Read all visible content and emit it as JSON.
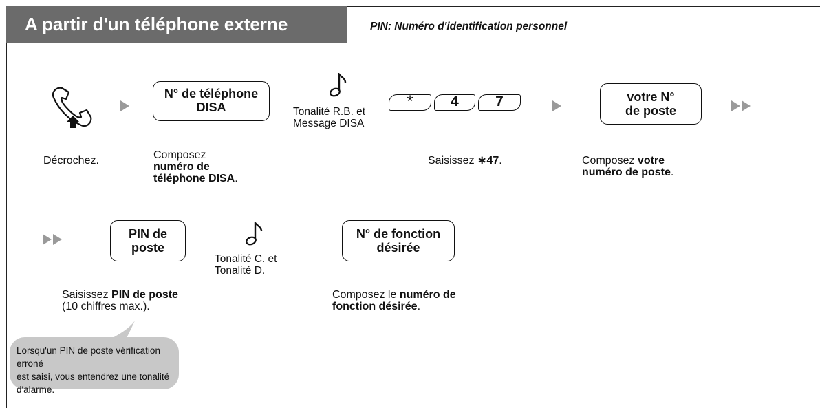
{
  "header": {
    "title": "A partir d'un téléphone externe",
    "subtitle": "PIN: Numéro d'identification personnel"
  },
  "row1": {
    "step1_desc": "Décrochez.",
    "step2_key_line1": "N° de téléphone",
    "step2_key_line2": "DISA",
    "step2_desc_line1": "Composez",
    "step2_desc_bold1": "numéro de",
    "step2_desc_bold2": "téléphone DISA",
    "step2_desc_end": ".",
    "tone1_line1": "Tonalité R.B. et",
    "tone1_line2": "Message DISA",
    "dial_keys": [
      "*",
      "4",
      "7"
    ],
    "step3_desc_prefix": "Saisissez ",
    "step3_desc_bold": "∗47",
    "step3_desc_end": ".",
    "step4_key_line1": "votre N°",
    "step4_key_line2": "de poste",
    "step4_desc_prefix": "Composez ",
    "step4_desc_bold1": "votre",
    "step4_desc_bold2": "numéro de poste",
    "step4_desc_end": "."
  },
  "row2": {
    "step5_key_line1": "PIN de",
    "step5_key_line2": "poste",
    "step5_desc_prefix": "Saisissez ",
    "step5_desc_bold": "PIN de poste",
    "step5_desc_line2": "(10 chiffres max.).",
    "tone2_line1": "Tonalité C. et",
    "tone2_line2": "Tonalité D.",
    "step6_key_line1": "N° de fonction",
    "step6_key_line2": "désirée",
    "step6_desc_prefix": "Composez le ",
    "step6_desc_bold1": "numéro de",
    "step6_desc_bold2": "fonction désirée",
    "step6_desc_end": "."
  },
  "note": {
    "line1": "Lorsqu'un PIN de poste vérification erroné",
    "line2": "est saisi, vous entendrez une tonalité d'alarme."
  },
  "icons": [
    "handset-offhook-icon",
    "arrow-right-icon",
    "double-arrow-icon",
    "music-note-icon",
    "speech-bubble-icon"
  ]
}
